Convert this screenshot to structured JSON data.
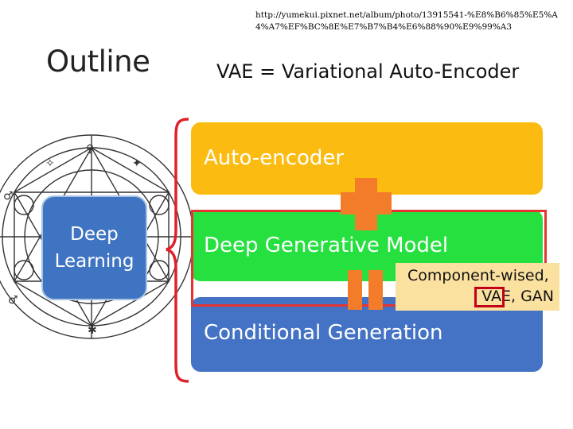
{
  "source_url": "http://yumekui.pixnet.net/album/photo/13915541-%E8%B6%85%E5%A4%A7%EF%BC%8E%E7%B7%B4%E6%88%90%E9%99%A3",
  "title": "Outline",
  "subtitle": "VAE = Variational Auto-Encoder",
  "deep_learning": {
    "line1": "Deep",
    "line2": "Learning"
  },
  "boxes": {
    "autoencoder": "Auto-encoder",
    "dgm": "Deep Generative Model",
    "conditional": "Conditional Generation"
  },
  "component": {
    "line1": "Component-wised,",
    "vae": "VAE",
    "gan": ", GAN"
  },
  "colors": {
    "autoencoder": "#fbbb11",
    "dgm": "#26e040",
    "conditional": "#4472c4",
    "deep_learning": "#3f74c2",
    "operators": "#f37c2a",
    "highlight": "#e53432",
    "callout": "#fbe1a0"
  },
  "icons": [
    "transmutation-circle-icon",
    "curly-brace-icon",
    "plus-icon",
    "equals-icon"
  ]
}
